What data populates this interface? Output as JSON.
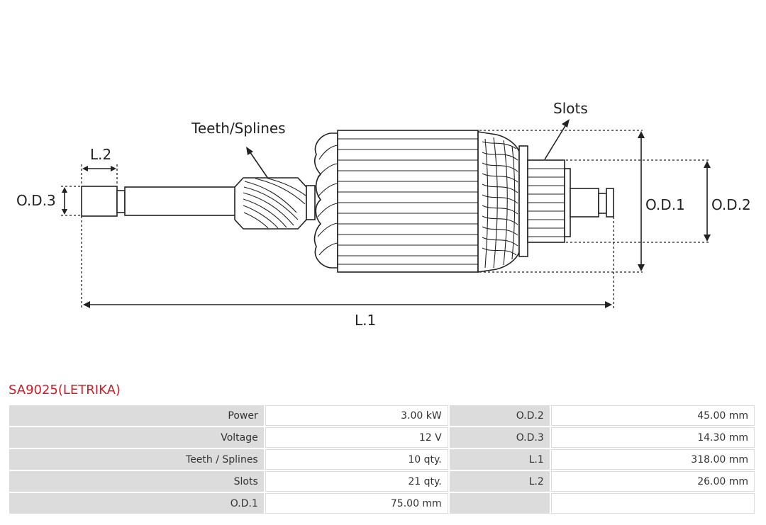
{
  "diagram": {
    "labels": {
      "teeth_splines": "Teeth/Splines",
      "slots": "Slots",
      "od1": "O.D.1",
      "od2": "O.D.2",
      "od3": "O.D.3",
      "l1": "L.1",
      "l2": "L.2"
    }
  },
  "product": {
    "title": "SA9025(LETRIKA)"
  },
  "specs": {
    "rows": [
      {
        "label1": "Power",
        "value1": "3.00 kW",
        "label2": "O.D.2",
        "value2": "45.00 mm"
      },
      {
        "label1": "Voltage",
        "value1": "12 V",
        "label2": "O.D.3",
        "value2": "14.30 mm"
      },
      {
        "label1": "Teeth / Splines",
        "value1": "10 qty.",
        "label2": "L.1",
        "value2": "318.00 mm"
      },
      {
        "label1": "Slots",
        "value1": "21 qty.",
        "label2": "L.2",
        "value2": "26.00 mm"
      },
      {
        "label1": "O.D.1",
        "value1": "75.00 mm",
        "label2": "",
        "value2": ""
      }
    ]
  }
}
